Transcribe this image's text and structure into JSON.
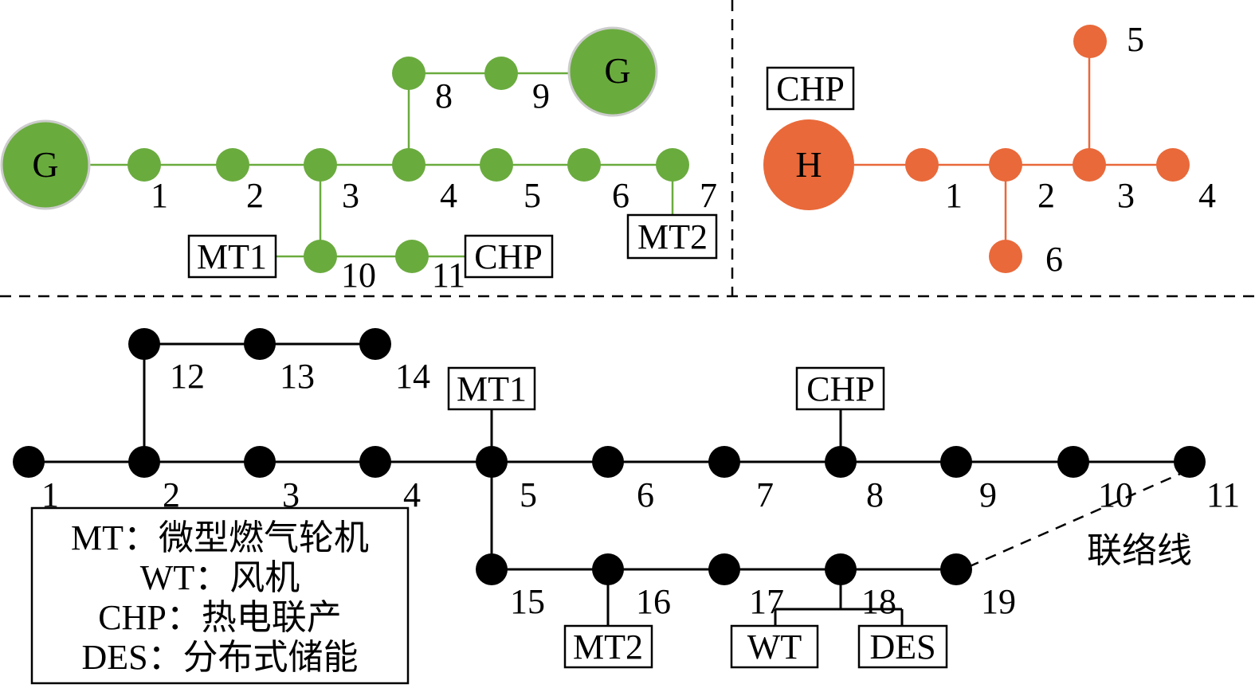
{
  "gas_network": {
    "source_labels": [
      "G",
      "G"
    ],
    "node_labels": [
      "1",
      "2",
      "3",
      "4",
      "5",
      "6",
      "7",
      "8",
      "9",
      "10",
      "11"
    ],
    "devices": {
      "mt1": "MT1",
      "chp": "CHP",
      "mt2": "MT2"
    }
  },
  "heat_network": {
    "source_label": "H",
    "device_chp": "CHP",
    "node_labels": [
      "1",
      "2",
      "3",
      "4",
      "5",
      "6"
    ]
  },
  "power_network": {
    "node_labels": [
      "1",
      "2",
      "3",
      "4",
      "5",
      "6",
      "7",
      "8",
      "9",
      "10",
      "11",
      "12",
      "13",
      "14",
      "15",
      "16",
      "17",
      "18",
      "19"
    ],
    "devices": {
      "mt1": "MT1",
      "chp": "CHP",
      "mt2": "MT2",
      "wt": "WT",
      "des": "DES"
    },
    "tie_line_label": "联络线"
  },
  "legend": {
    "items": [
      "MT：微型燃气轮机",
      "WT：风机",
      "CHP：热电联产",
      "DES：分布式储能"
    ]
  },
  "colors": {
    "gas": "#6aab3e",
    "heat": "#e9693a",
    "power": "#000000",
    "source_border": "#cccccc"
  }
}
